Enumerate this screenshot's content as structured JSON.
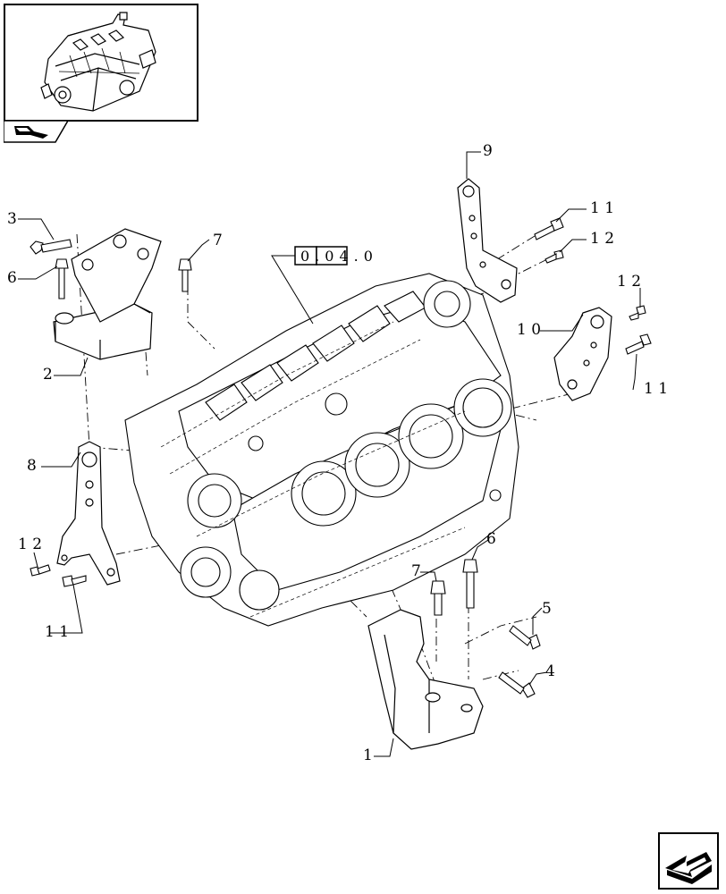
{
  "reference_code": "0.04.0",
  "callouts": [
    {
      "id": "c1",
      "label": "1"
    },
    {
      "id": "c2",
      "label": "2"
    },
    {
      "id": "c3",
      "label": "3"
    },
    {
      "id": "c4",
      "label": "4"
    },
    {
      "id": "c5",
      "label": "5"
    },
    {
      "id": "c6a",
      "label": "6"
    },
    {
      "id": "c6b",
      "label": "6"
    },
    {
      "id": "c7a",
      "label": "7"
    },
    {
      "id": "c7b",
      "label": "7"
    },
    {
      "id": "c8",
      "label": "8"
    },
    {
      "id": "c9",
      "label": "9"
    },
    {
      "id": "c10",
      "label": "1 0"
    },
    {
      "id": "c11a",
      "label": "1 1"
    },
    {
      "id": "c11b",
      "label": "1 1"
    },
    {
      "id": "c11c",
      "label": "1 1"
    },
    {
      "id": "c12a",
      "label": "1 2"
    },
    {
      "id": "c12b",
      "label": "1 2"
    },
    {
      "id": "c12c",
      "label": "1 2"
    }
  ],
  "icons": {
    "thumbnail": "engine-thumbnail-icon",
    "thumb_tab": "book-arrow-icon",
    "navigation": "page-navigation-arrow-icon"
  }
}
